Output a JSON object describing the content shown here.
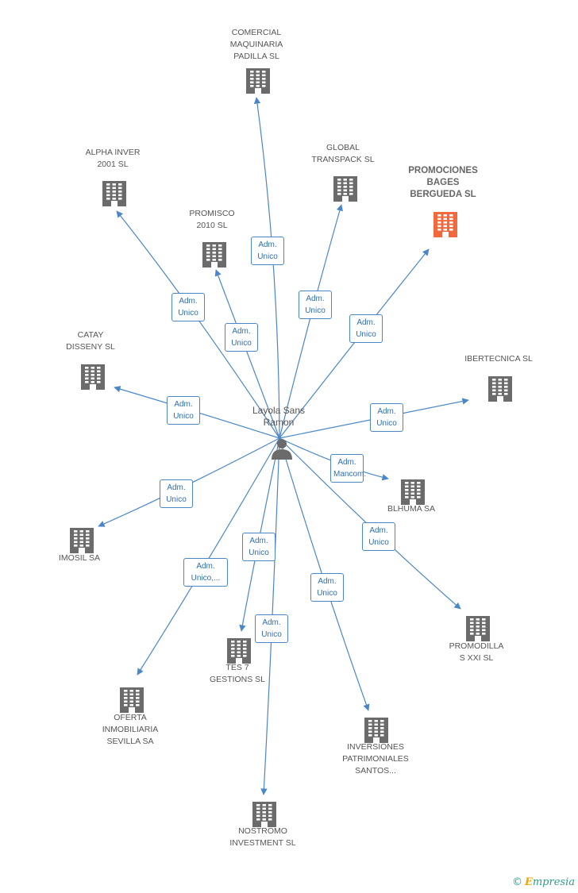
{
  "person": {
    "name": "Layola Sans\nRamon",
    "icon": "person-icon"
  },
  "colors": {
    "edge": "#4a86c8",
    "building": "#6b6b6b",
    "highlight": "#f26a3b"
  },
  "companies": [
    {
      "id": "comercial",
      "name": "COMERCIAL\nMAQUINARIA\nPADILLA SL",
      "highlight": false
    },
    {
      "id": "alpha",
      "name": "ALPHA INVER\n2001 SL",
      "highlight": false
    },
    {
      "id": "global",
      "name": "GLOBAL\nTRANSPACK SL",
      "highlight": false
    },
    {
      "id": "promociones",
      "name": "PROMOCIONES\nBAGES\nBERGUEDA SL",
      "highlight": true
    },
    {
      "id": "promisco",
      "name": "PROMISCO\n2010 SL",
      "highlight": false
    },
    {
      "id": "catay",
      "name": "CATAY\nDISSENY SL",
      "highlight": false
    },
    {
      "id": "ibertecnica",
      "name": "IBERTECNICA SL",
      "highlight": false
    },
    {
      "id": "blhuma",
      "name": "BLHUMA SA",
      "highlight": false
    },
    {
      "id": "imosil",
      "name": "IMOSIL SA",
      "highlight": false
    },
    {
      "id": "promodilla",
      "name": "PROMODILLA\nS XXI SL",
      "highlight": false
    },
    {
      "id": "tes7",
      "name": "TES 7\nGESTIONS SL",
      "highlight": false
    },
    {
      "id": "oferta",
      "name": "OFERTA\nINMOBILIARIA\nSEVILLA SA",
      "highlight": false
    },
    {
      "id": "inversiones",
      "name": "INVERSIONES\nPATRIMONIALES\nSANTOS...",
      "highlight": false
    },
    {
      "id": "nostromo",
      "name": "NOSTROMO\nINVESTMENT SL",
      "highlight": false
    }
  ],
  "relations": [
    {
      "to": "comercial",
      "label": "Adm.\nUnico"
    },
    {
      "to": "alpha",
      "label": "Adm.\nUnico"
    },
    {
      "to": "global",
      "label": "Adm.\nUnico"
    },
    {
      "to": "promociones",
      "label": "Adm.\nUnico"
    },
    {
      "to": "promisco",
      "label": "Adm.\nUnico"
    },
    {
      "to": "catay",
      "label": "Adm.\nUnico"
    },
    {
      "to": "ibertecnica",
      "label": "Adm.\nUnico"
    },
    {
      "to": "blhuma",
      "label": "Adm.\nMancom."
    },
    {
      "to": "imosil",
      "label": "Adm.\nUnico"
    },
    {
      "to": "promodilla",
      "label": "Adm.\nUnico"
    },
    {
      "to": "tes7",
      "label": "Adm.\nUnico"
    },
    {
      "to": "oferta",
      "label": "Adm.\nUnico,..."
    },
    {
      "to": "inversiones",
      "label": "Adm.\nUnico"
    },
    {
      "to": "nostromo",
      "label": "Adm.\nUnico"
    }
  ],
  "footer": {
    "copyright": "©",
    "brand_initial": "E",
    "brand_rest": "mpresia"
  }
}
